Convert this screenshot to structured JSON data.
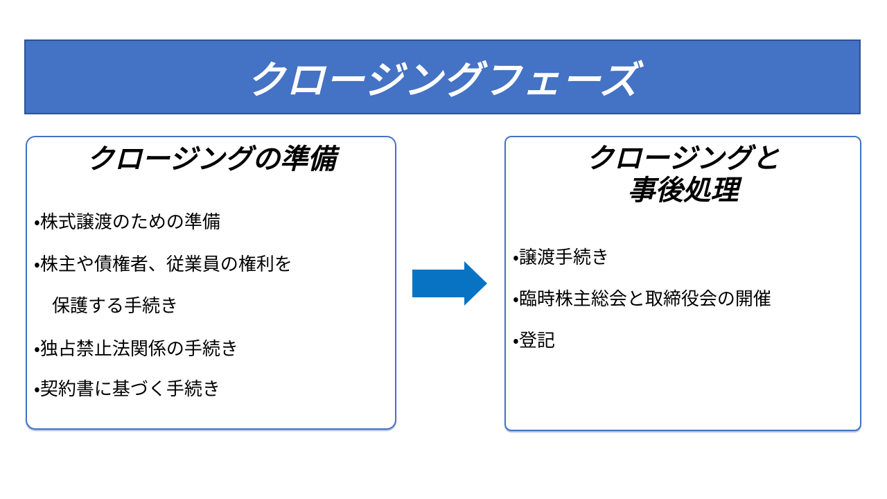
{
  "slide": {
    "header": {
      "title": "クロージングフェーズ"
    },
    "left_box": {
      "title": "クロージングの準備",
      "bullets": [
        {
          "text": "・株式譲渡のための準備",
          "indent": false
        },
        {
          "text": "・株主や債権者、従業員の権利を",
          "indent": false
        },
        {
          "text": "保護する手続き",
          "indent": true
        },
        {
          "text": "・独占禁止法関係の手続き",
          "indent": false
        },
        {
          "text": "・契約書に基づく手続き",
          "indent": false
        }
      ]
    },
    "right_box": {
      "title_lines": [
        "クロージングと",
        "事後処理"
      ],
      "bullets": [
        {
          "text": "・譲渡手続き"
        },
        {
          "text": "・臨時株主総会と取締役会の開催"
        },
        {
          "text": "・登記"
        }
      ]
    },
    "arrow": {
      "icon": "right-arrow-icon",
      "direction": "right"
    },
    "colors": {
      "banner_fill": "#4472C4",
      "banner_border": "#2E5395",
      "box_border": "#4472C4",
      "arrow_fill": "#0873C2",
      "banner_text": "#FFFFFF",
      "body_text": "#000000",
      "background": "#FFFFFF"
    }
  }
}
